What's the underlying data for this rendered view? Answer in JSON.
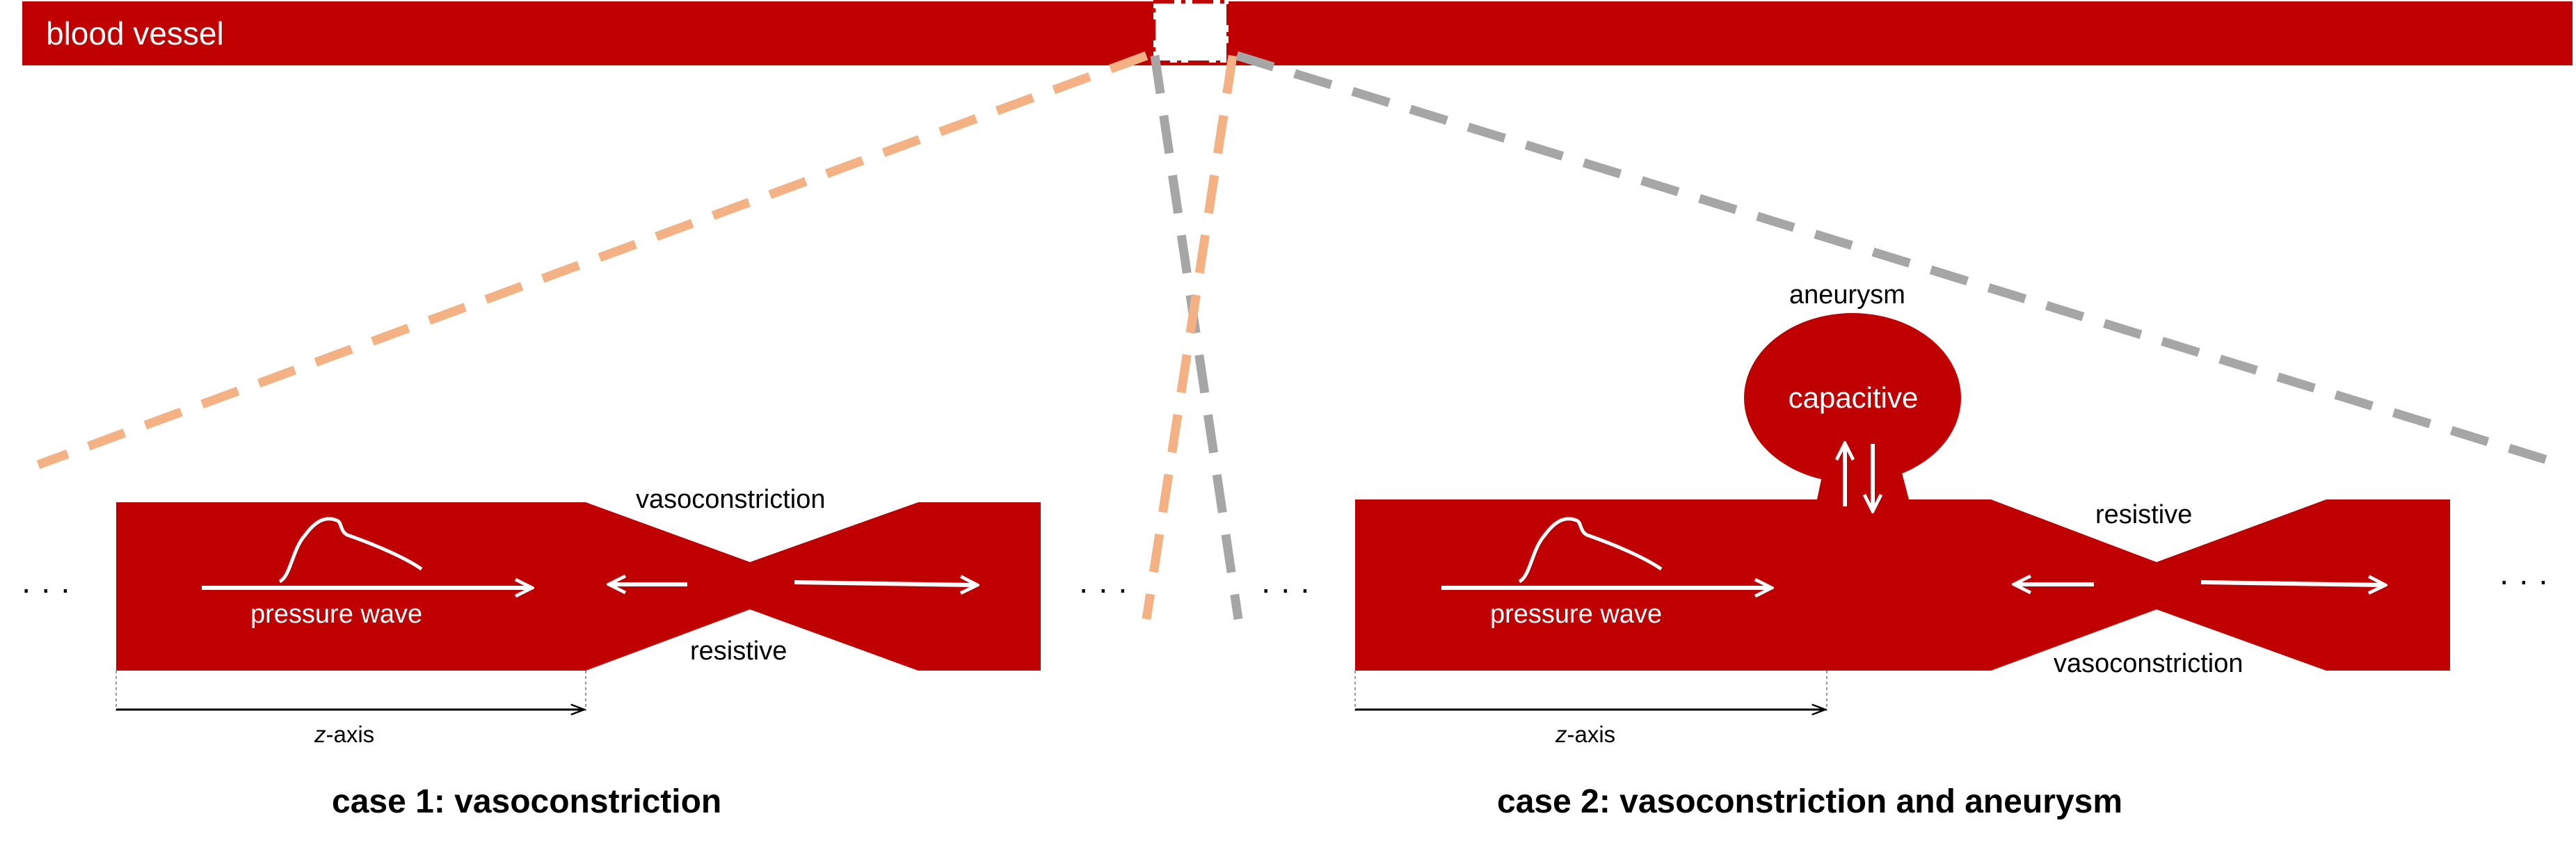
{
  "top_bar": {
    "label": "blood vessel"
  },
  "case1": {
    "title": "case 1: vasoconstriction",
    "wave_label": "pressure wave",
    "constriction_top_label": "vasoconstriction",
    "constriction_bottom_label": "resistive",
    "axis_label_italic": "z",
    "axis_label_rest": "-axis"
  },
  "case2": {
    "title": "case 2: vasoconstriction and aneurysm",
    "wave_label": "pressure wave",
    "aneurysm_label": "aneurysm",
    "aneurysm_inner_label": "capacitive",
    "constriction_top_label": "resistive",
    "constriction_bottom_label": "vasoconstriction",
    "axis_label_italic": "z",
    "axis_label_rest": "-axis"
  },
  "ellipsis": "· · ·",
  "colors": {
    "vessel_red": "#c00000",
    "zoom_orange": "#f4b183",
    "zoom_gray": "#a6a6a6",
    "label_white": "#ffffff",
    "label_black": "#000000"
  }
}
